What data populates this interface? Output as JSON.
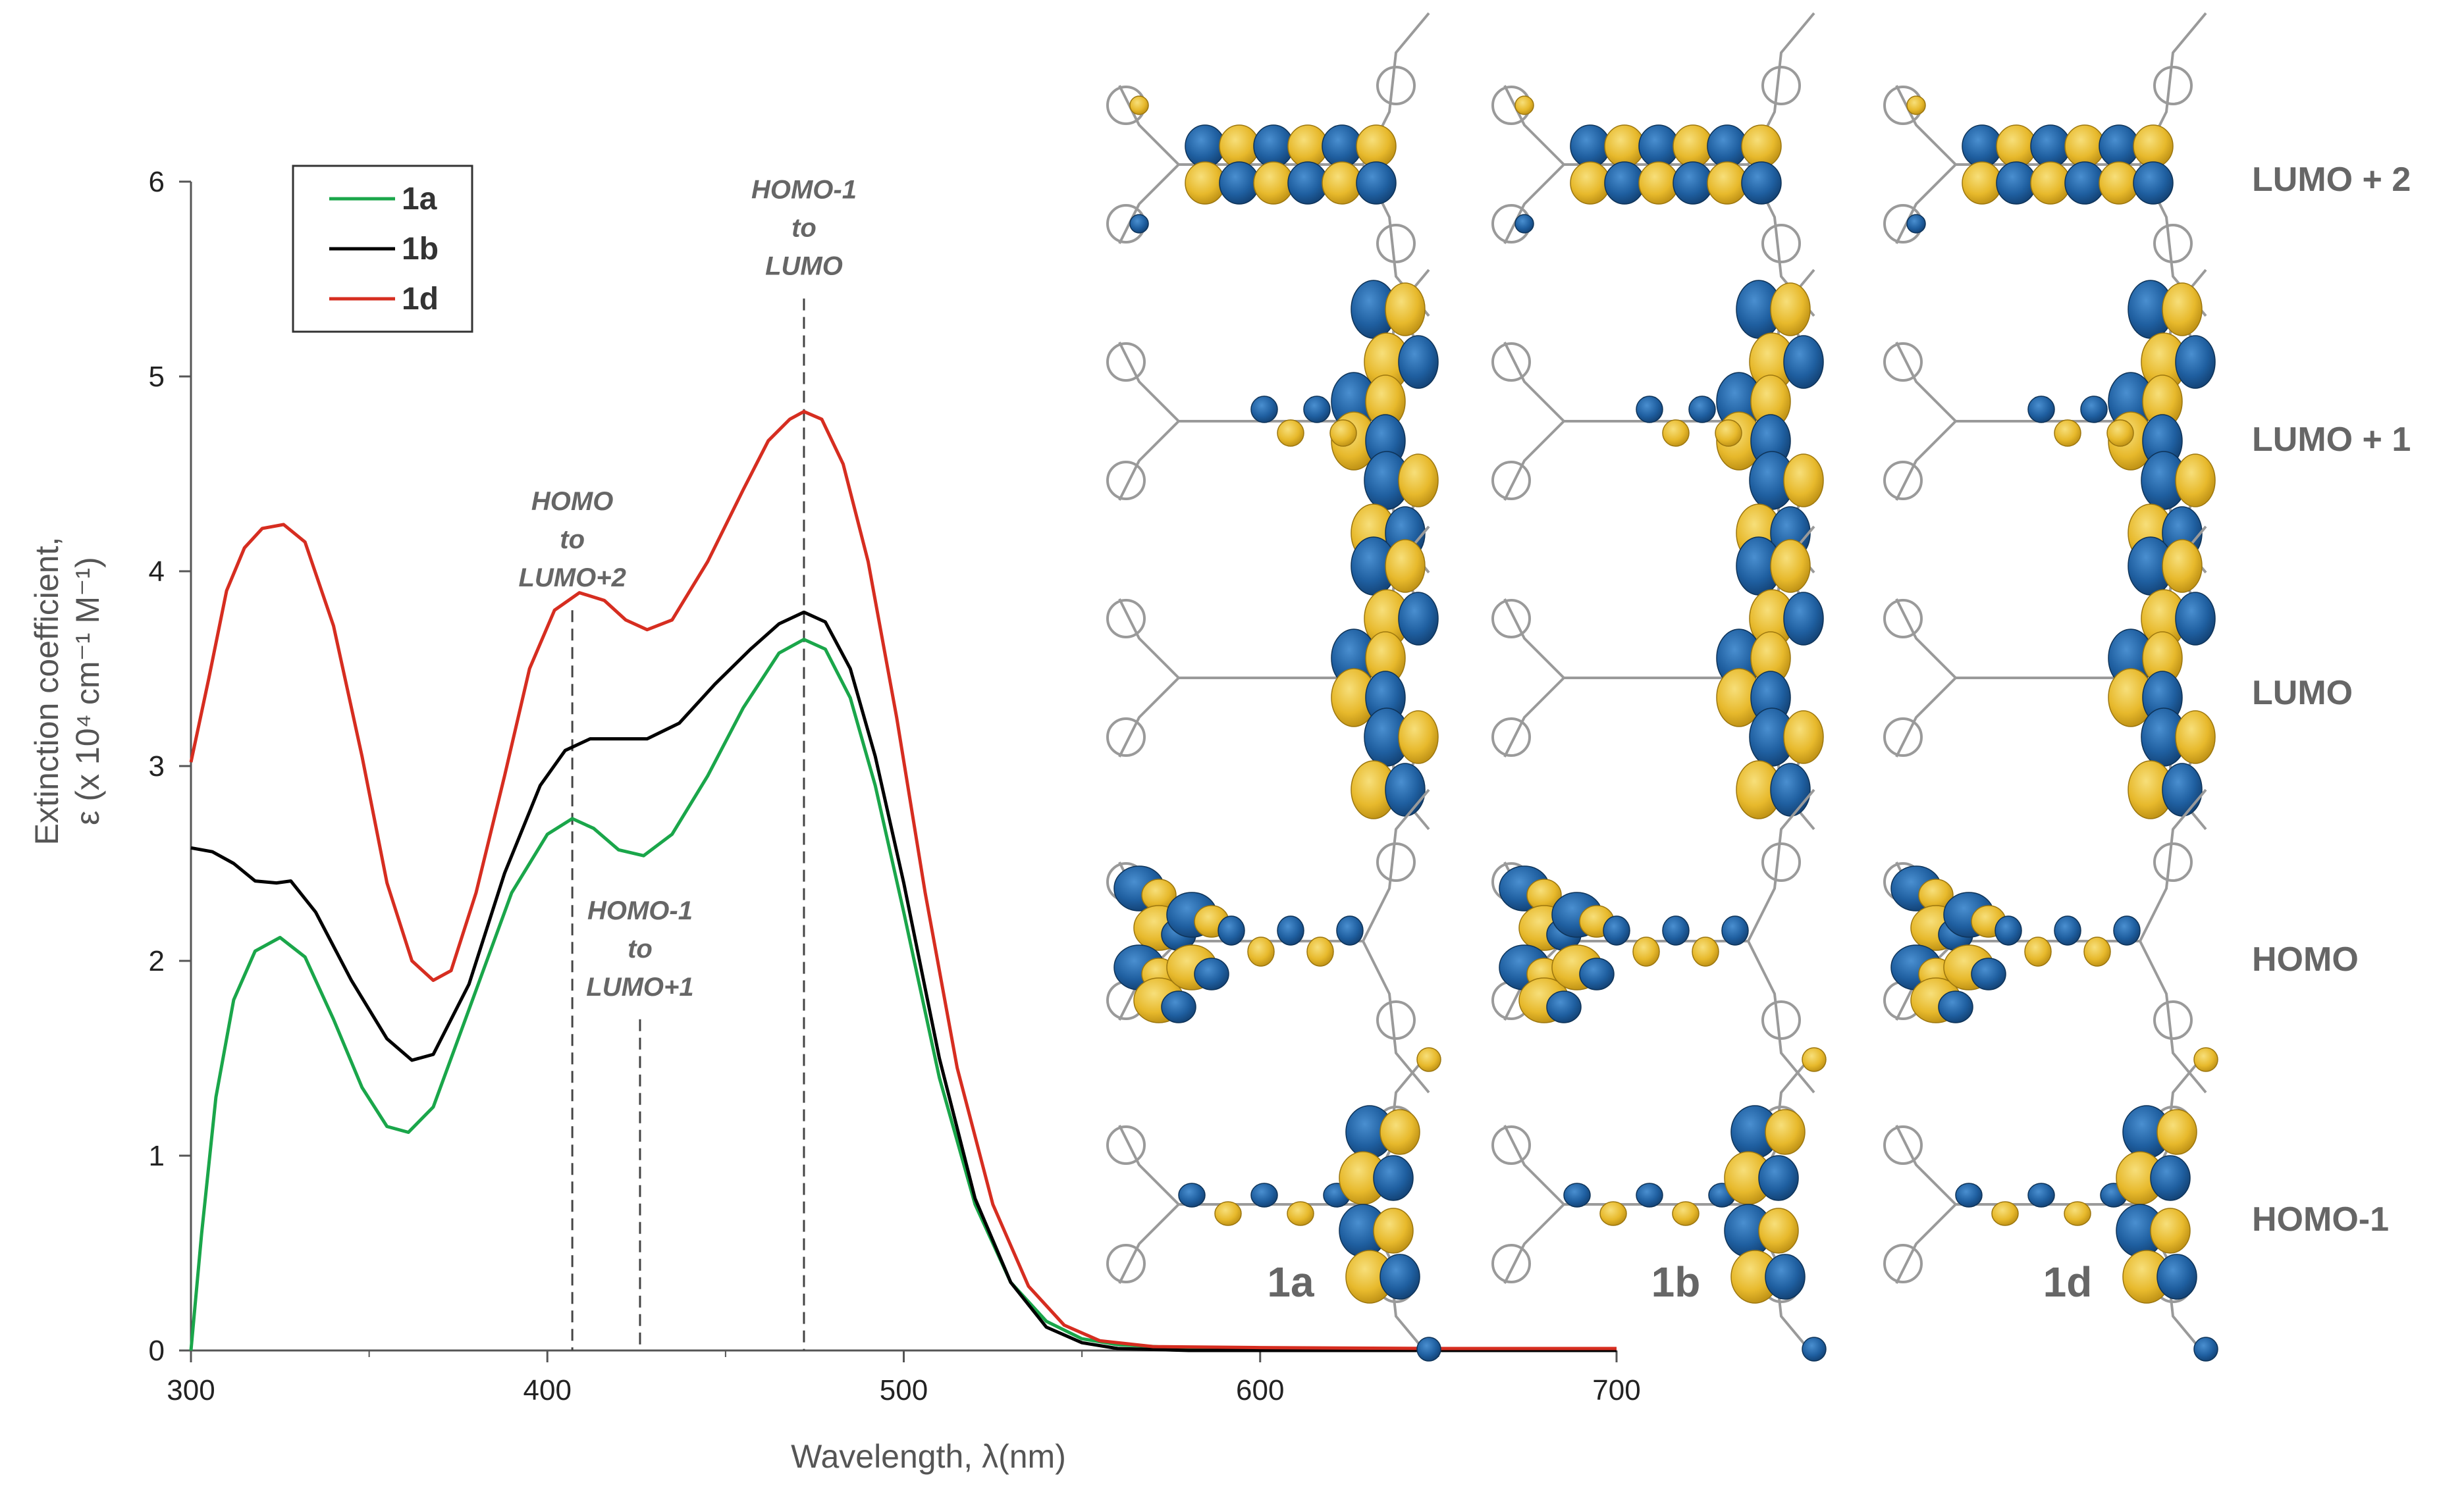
{
  "chart_data": {
    "type": "line",
    "xlabel": "Wavelength, λ(nm)",
    "ylabel_line1": "Extinction coefficient,",
    "ylabel_line2": "ε (x 10⁴ cm⁻¹ M⁻¹)",
    "xlim": [
      300,
      700
    ],
    "ylim": [
      0,
      6
    ],
    "xticks": [
      "300",
      "400",
      "500",
      "600",
      "700"
    ],
    "yticks": [
      "0",
      "1",
      "2",
      "3",
      "4",
      "5",
      "6"
    ],
    "grid": false,
    "legend_position": "top-left",
    "series": [
      {
        "name": "1a",
        "color": "#1aa64a",
        "points": [
          [
            300,
            0
          ],
          [
            303,
            0.6
          ],
          [
            307,
            1.3
          ],
          [
            312,
            1.8
          ],
          [
            318,
            2.05
          ],
          [
            325,
            2.12
          ],
          [
            332,
            2.02
          ],
          [
            340,
            1.7
          ],
          [
            348,
            1.35
          ],
          [
            355,
            1.15
          ],
          [
            361,
            1.12
          ],
          [
            368,
            1.25
          ],
          [
            378,
            1.75
          ],
          [
            390,
            2.35
          ],
          [
            400,
            2.65
          ],
          [
            407,
            2.73
          ],
          [
            413,
            2.68
          ],
          [
            420,
            2.57
          ],
          [
            427,
            2.54
          ],
          [
            435,
            2.65
          ],
          [
            445,
            2.95
          ],
          [
            455,
            3.3
          ],
          [
            465,
            3.58
          ],
          [
            472,
            3.65
          ],
          [
            478,
            3.6
          ],
          [
            485,
            3.35
          ],
          [
            492,
            2.9
          ],
          [
            500,
            2.25
          ],
          [
            510,
            1.4
          ],
          [
            520,
            0.75
          ],
          [
            530,
            0.35
          ],
          [
            540,
            0.15
          ],
          [
            550,
            0.06
          ],
          [
            560,
            0.03
          ],
          [
            580,
            0.01
          ],
          [
            600,
            0.01
          ],
          [
            650,
            0.005
          ],
          [
            700,
            0.005
          ]
        ]
      },
      {
        "name": "1b",
        "color": "#000000",
        "points": [
          [
            300,
            2.58
          ],
          [
            306,
            2.56
          ],
          [
            312,
            2.5
          ],
          [
            318,
            2.41
          ],
          [
            324,
            2.4
          ],
          [
            328,
            2.41
          ],
          [
            335,
            2.25
          ],
          [
            345,
            1.9
          ],
          [
            355,
            1.6
          ],
          [
            362,
            1.49
          ],
          [
            368,
            1.52
          ],
          [
            378,
            1.88
          ],
          [
            388,
            2.45
          ],
          [
            398,
            2.9
          ],
          [
            405,
            3.08
          ],
          [
            412,
            3.14
          ],
          [
            420,
            3.14
          ],
          [
            428,
            3.14
          ],
          [
            437,
            3.22
          ],
          [
            447,
            3.42
          ],
          [
            457,
            3.6
          ],
          [
            465,
            3.73
          ],
          [
            472,
            3.79
          ],
          [
            478,
            3.74
          ],
          [
            485,
            3.5
          ],
          [
            492,
            3.05
          ],
          [
            500,
            2.4
          ],
          [
            510,
            1.5
          ],
          [
            520,
            0.78
          ],
          [
            530,
            0.35
          ],
          [
            540,
            0.12
          ],
          [
            550,
            0.04
          ],
          [
            560,
            0.01
          ],
          [
            580,
            0
          ],
          [
            600,
            0
          ],
          [
            650,
            0
          ],
          [
            700,
            0
          ]
        ]
      },
      {
        "name": "1d",
        "color": "#d62d20",
        "points": [
          [
            300,
            3.02
          ],
          [
            305,
            3.45
          ],
          [
            310,
            3.9
          ],
          [
            315,
            4.12
          ],
          [
            320,
            4.22
          ],
          [
            326,
            4.24
          ],
          [
            332,
            4.15
          ],
          [
            340,
            3.72
          ],
          [
            348,
            3.05
          ],
          [
            355,
            2.4
          ],
          [
            362,
            2.0
          ],
          [
            368,
            1.9
          ],
          [
            373,
            1.95
          ],
          [
            380,
            2.35
          ],
          [
            388,
            2.95
          ],
          [
            395,
            3.5
          ],
          [
            402,
            3.8
          ],
          [
            409,
            3.89
          ],
          [
            416,
            3.85
          ],
          [
            422,
            3.75
          ],
          [
            428,
            3.7
          ],
          [
            435,
            3.75
          ],
          [
            445,
            4.05
          ],
          [
            455,
            4.42
          ],
          [
            462,
            4.67
          ],
          [
            468,
            4.78
          ],
          [
            472,
            4.82
          ],
          [
            477,
            4.78
          ],
          [
            483,
            4.55
          ],
          [
            490,
            4.05
          ],
          [
            498,
            3.25
          ],
          [
            506,
            2.35
          ],
          [
            515,
            1.45
          ],
          [
            525,
            0.75
          ],
          [
            535,
            0.33
          ],
          [
            545,
            0.13
          ],
          [
            555,
            0.05
          ],
          [
            570,
            0.02
          ],
          [
            600,
            0.015
          ],
          [
            650,
            0.01
          ],
          [
            700,
            0.01
          ]
        ]
      }
    ],
    "annotations": [
      {
        "x": 472,
        "y_top": 5.4,
        "lines": [
          "HOMO-1",
          "to",
          "LUMO"
        ]
      },
      {
        "x": 407,
        "y_top": 3.8,
        "lines": [
          "HOMO",
          "to",
          "LUMO+2"
        ]
      },
      {
        "x": 426,
        "y_top": 1.7,
        "lines": [
          "HOMO-1",
          "to",
          "LUMO+1"
        ]
      }
    ],
    "orbital_panel": {
      "row_labels": [
        "LUMO + 2",
        "LUMO + 1",
        "LUMO",
        "HOMO",
        "HOMO-1"
      ],
      "column_labels": [
        "1a",
        "1b",
        "1d"
      ]
    }
  }
}
